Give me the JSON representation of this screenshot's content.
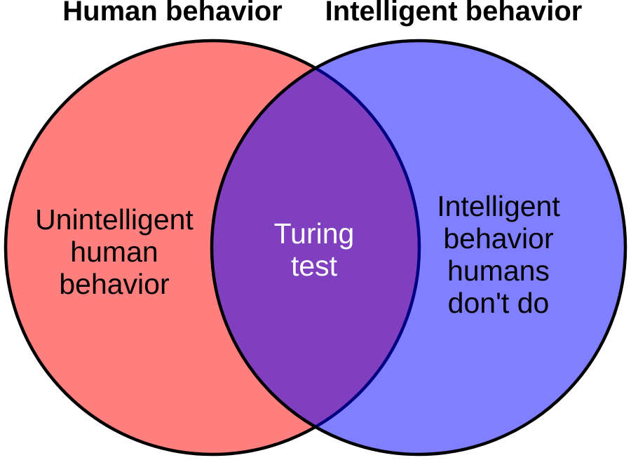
{
  "titles": {
    "left": "Human behavior",
    "right": "Intelligent behavior"
  },
  "labels": {
    "left": {
      "lines": [
        "Unintelligent",
        "human",
        "behavior"
      ]
    },
    "center": {
      "lines": [
        "Turing",
        "test"
      ]
    },
    "right": {
      "lines": [
        "Intelligent",
        "behavior",
        "humans",
        "don't do"
      ]
    }
  },
  "colors": {
    "left_circle_fill": "#FF0000",
    "right_circle_fill": "#0000FF",
    "fill_opacity": "0.5",
    "outline": "#000000",
    "left_region_visible": "#FF7F7F",
    "right_region_visible": "#7F7FFF",
    "overlap_region_visible": "#7F3FBF",
    "overlap_inner_arc_visible": "#00007F",
    "title_text": "#000000",
    "side_label_text": "#000000",
    "center_label_text": "#FFFFFF",
    "background": "#FFFFFF"
  }
}
